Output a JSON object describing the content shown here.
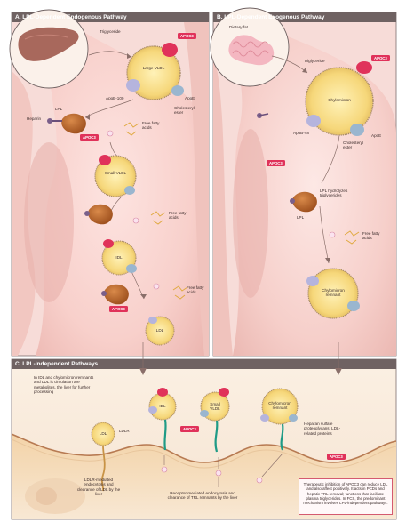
{
  "panels": {
    "a": {
      "title": "A. LPL-Dependent Endogenous Pathway"
    },
    "b": {
      "title": "B. LPL-Dependent Exogenous Pathway"
    },
    "c": {
      "title": "C. LPL-Independent Pathways"
    }
  },
  "labels": {
    "a_triglyceride": "Triglyceride",
    "a_apoc3_top": "APOC3",
    "a_large_vldl": "Large VLDL",
    "a_apob100": "ApoB-100",
    "a_apoe": "ApoE",
    "a_cholesteryl_ester": "Cholesteryl ester",
    "a_lpl": "LPL",
    "a_heparin": "Heparin",
    "a_ffa1": "Free fatty acids",
    "a_apoc3_mid": "APOC3",
    "a_small_vldl": "Small VLDL",
    "a_ffa2": "Free fatty acids",
    "a_idl": "IDL",
    "a_ffa3": "Free fatty acids",
    "a_apoc3_low": "APOC3",
    "a_ldl": "LDL",
    "b_dietary_fat": "Dietary fat",
    "b_triglyceride": "Triglyceride",
    "b_apoc3": "APOC3",
    "b_chylomicron": "Chylomicron",
    "b_apob48": "ApoB-48",
    "b_apoe": "ApoE",
    "b_cholesteryl_ester": "Cholesteryl ester",
    "b_apoc3_mid": "APOC3",
    "b_lpl_hydrolyzes": "LPL hydrolyzes triglycerides",
    "b_lpl": "LPL",
    "b_ffa": "Free fatty acids",
    "b_remnant": "Chylomicron remnant",
    "c_intro": "In IDL and chylomicron remnants and LDL is circulation are metabolites, the liver for further processing",
    "c_ldl": "LDL",
    "c_ldlr": "LDLR",
    "c_idl": "IDL",
    "c_apoc3": "APOC3",
    "c_small_vldl": "Small VLDL",
    "c_remnant": "Chylomicron remnant",
    "c_receptor": "Heparan sulfate proteoglycans, LDL-related proteins",
    "c_apoc3_right": "APOC3",
    "c_endocytosis": "LDLR-mediated endocytosis and clearance of LDL by the liver",
    "c_clearance": "Receptor-mediated endocytosis and clearance of TRL remnants by the liver",
    "c_callout": "Therapeutic inhibition of APOC3 can reduce LDL and also affect positively. It acts in PCDs and hepatic TRL removal; functions that facilitate plasma triglycerides. In FCS, the predominant mechanism involves LPL-independent pathways."
  }
}
